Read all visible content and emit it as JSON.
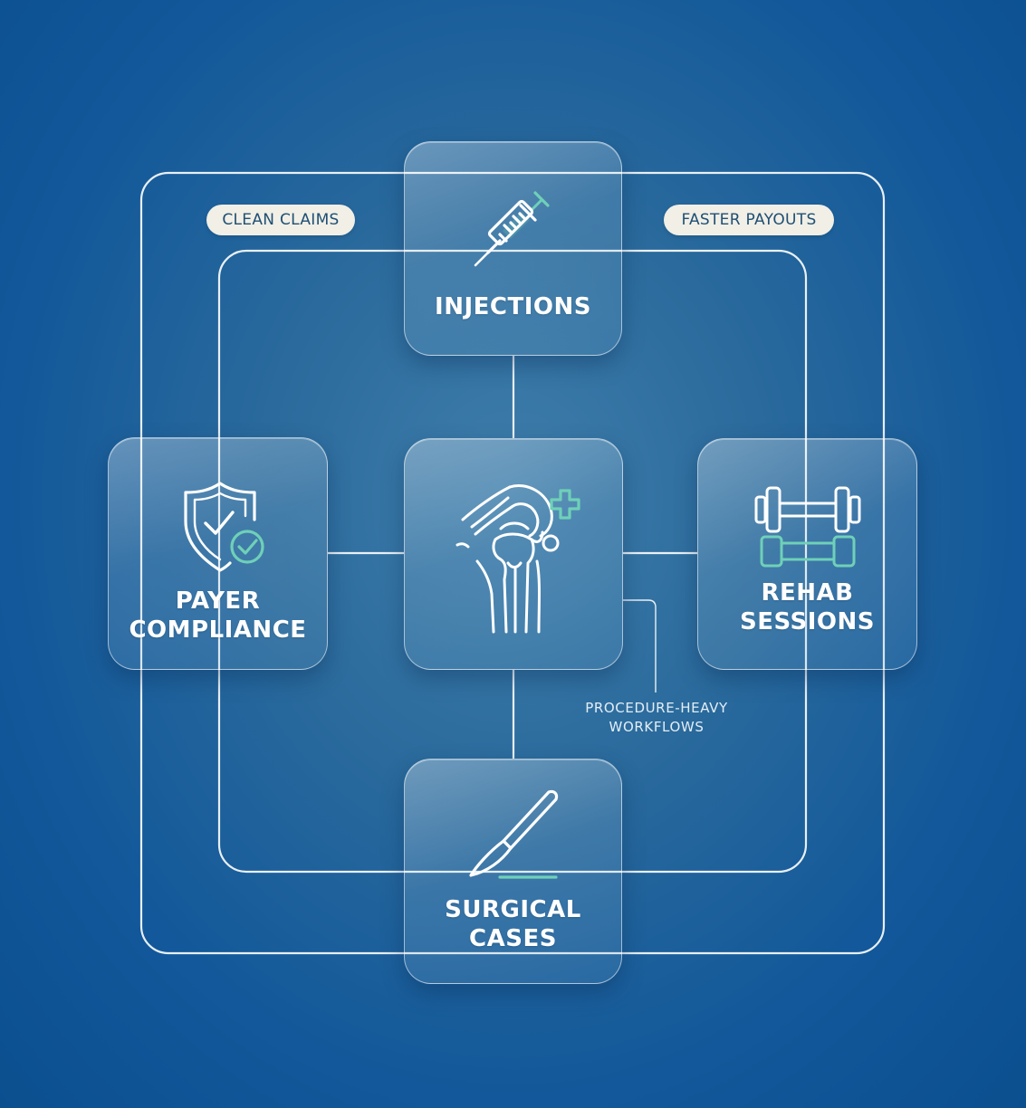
{
  "diagram": {
    "center_node": {
      "icon": "knee-joint-plus-icon"
    },
    "nodes": [
      {
        "id": "injections",
        "icon": "syringe-icon",
        "label_lines": [
          "INJECTIONS"
        ]
      },
      {
        "id": "payer-compliance",
        "icon": "shield-check-icon",
        "label_lines": [
          "PAYER",
          "COMPLIANCE"
        ]
      },
      {
        "id": "rehab-sessions",
        "icon": "dumbbell-icon",
        "label_lines": [
          "REHAB",
          "SESSIONS"
        ]
      },
      {
        "id": "surgical-cases",
        "icon": "scalpel-icon",
        "label_lines": [
          "SURGICAL",
          "CASES"
        ]
      }
    ],
    "tags": [
      {
        "id": "clean-claims",
        "label": "CLEAN CLAIMS"
      },
      {
        "id": "faster-payouts",
        "label": "FASTER PAYOUTS"
      }
    ],
    "callout": {
      "lines": [
        "PROCEDURE-HEAVY",
        "WORKFLOWS"
      ]
    }
  },
  "colors": {
    "background": "#12589a",
    "line": "#ffffff",
    "accent": "#6fd0b8",
    "tag_background": "#f1efe6",
    "tag_text": "#1f4f74"
  }
}
